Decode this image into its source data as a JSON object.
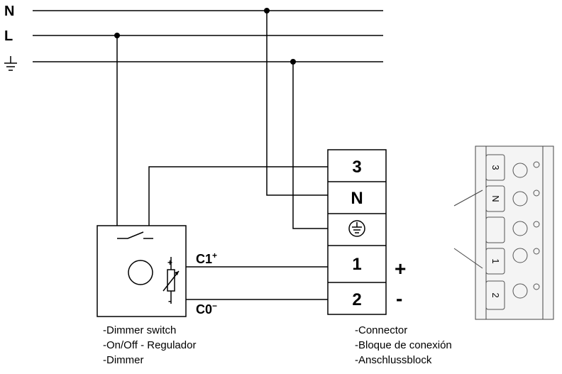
{
  "lines": {
    "n_label": "N",
    "l_label": "L",
    "ground_icon": "earth-ground-icon"
  },
  "dimmer": {
    "c1_label": "C1",
    "c1_sup": "+",
    "c0_label": "C0",
    "c0_sup": "−",
    "pot_plus": "+",
    "pot_minus": "-",
    "caption": [
      "-Dimmer switch",
      "-On/Off - Regulador",
      "-Dimmer"
    ]
  },
  "terminal_block": {
    "terminals": [
      "3",
      "N",
      "",
      "1",
      "2"
    ],
    "ground_terminal_icon": "earth-ground-circle-icon",
    "plus_label": "+",
    "minus_label": "-",
    "caption": [
      "-Connector",
      "-Bloque de conexión",
      "-Anschlussblock"
    ]
  },
  "connector_photo": {
    "labels": [
      "3",
      "N",
      "",
      "1",
      "2"
    ]
  }
}
